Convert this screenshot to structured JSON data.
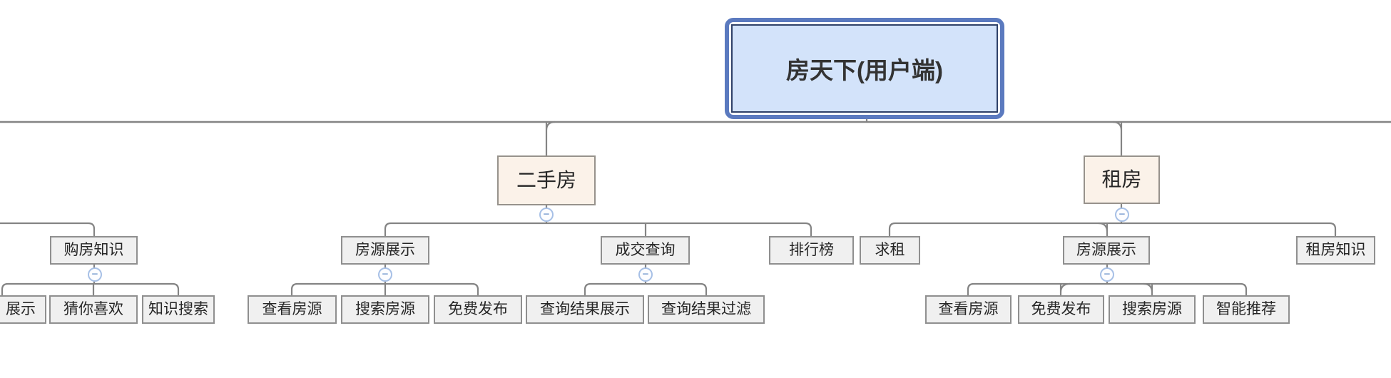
{
  "nodes": {
    "root": "房天下(用户端)",
    "ershoufang": "二手房",
    "zufang": "租房",
    "goufang_zhishi": "购房知识",
    "zhanshi_cut": "展示",
    "cai_ni_xihuan": "猜你喜欢",
    "zhishi_sousuo": "知识搜索",
    "fangyuan_zhanshi_esf": "房源展示",
    "chakan_fangyuan_esf": "查看房源",
    "sousuo_fangyuan_esf": "搜索房源",
    "mianfei_fabu_esf": "免费发布",
    "chengjiao_chaxun": "成交查询",
    "chaxun_jieguo_zhanshi": "查询结果展示",
    "chaxun_jieguo_guolv": "查询结果过滤",
    "paihangbang": "排行榜",
    "qiuzu": "求租",
    "fangyuan_zhanshi_zf": "房源展示",
    "chakan_fangyuan_zf": "查看房源",
    "mianfei_fabu_zf": "免费发布",
    "sousuo_fangyuan_zf": "搜索房源",
    "zhineng_tuijian": "智能推荐",
    "zufang_zhishi": "租房知识"
  },
  "badge": {
    "symbol": "−"
  },
  "hierarchy": {
    "root": "房天下(用户端)",
    "branches": [
      {
        "label": "购房知识",
        "children": [
          "展示",
          "猜你喜欢",
          "知识搜索"
        ]
      },
      {
        "label": "二手房",
        "children": [
          {
            "label": "房源展示",
            "children": [
              "查看房源",
              "搜索房源",
              "免费发布"
            ]
          },
          {
            "label": "成交查询",
            "children": [
              "查询结果展示",
              "查询结果过滤"
            ]
          },
          {
            "label": "排行榜"
          }
        ]
      },
      {
        "label": "租房",
        "children": [
          {
            "label": "求租"
          },
          {
            "label": "房源展示",
            "children": [
              "查看房源",
              "免费发布",
              "搜索房源",
              "智能推荐"
            ]
          },
          {
            "label": "租房知识"
          }
        ]
      }
    ]
  },
  "colors": {
    "canvas_bg": "#ffffff",
    "connector": "#848484",
    "root_fill": "#d3e3fa",
    "root_outer_border": "#5b7abf",
    "root_inner_border": "#2f4168",
    "branch_fill": "#fbf2e9",
    "branch_border": "#97928c",
    "leaf_fill": "#f0f0f0",
    "leaf_border": "#8f8f8f",
    "text": "#262626",
    "badge_border": "#a7c0e6",
    "badge_symbol": "#8aa9d6"
  }
}
